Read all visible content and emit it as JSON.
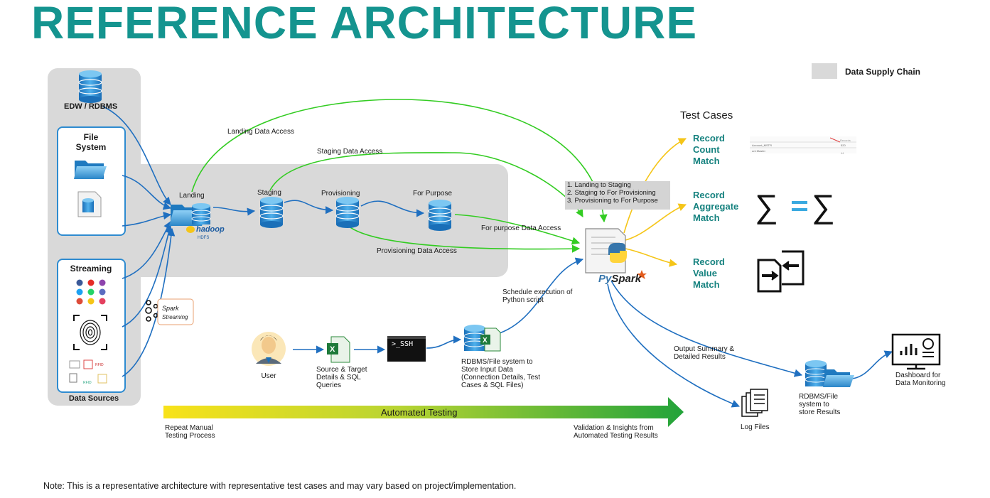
{
  "title": "REFERENCE ARCHITECTURE",
  "legend": {
    "label": "Data Supply Chain",
    "color": "#d9d9d9"
  },
  "data_sources": {
    "edw_label": "EDW / RDBMS",
    "file_system_label_1": "File",
    "file_system_label_2": "System",
    "streaming_label": "Streaming",
    "footer_label": "Data Sources",
    "rfid_label": "RFID",
    "rfid_label_2": "RFID"
  },
  "kafka_badge": {
    "line1": "Spark",
    "line2": "Streaming"
  },
  "stages": {
    "landing": "Landing",
    "staging": "Staging",
    "provisioning": "Provisioning",
    "for_purpose": "For Purpose",
    "hadoop_logo": "hadoop",
    "hadoop_sub": "HDFS"
  },
  "flows": {
    "landing_access": "Landing Data Access",
    "staging_access": "Staging Data Access",
    "provisioning_access": "Provisioning Data Access",
    "for_purpose_access": "For purpose Data Access",
    "schedule_1": "Schedule execution of",
    "schedule_2": "Python script",
    "output_1": "Output Summary &",
    "output_2": "Detailed Results"
  },
  "stage_box": {
    "line1": "1. Landing to Staging",
    "line2": "2. Staging to For Provisioning",
    "line3": "3. Provisioning to For Purpose"
  },
  "pyspark": {
    "label_py": "Py",
    "label_spark": "Spark"
  },
  "test_cases": {
    "heading": "Test Cases",
    "tc1": [
      "Record",
      "Count",
      "Match"
    ],
    "tc2": [
      "Record",
      "Aggregate",
      "Match"
    ],
    "tc3": [
      "Record",
      "Value",
      "Match"
    ],
    "table_row1": "Account_MSTR",
    "table_row2": "unt Master",
    "table_val1": "520",
    "table_val2": "44",
    "table_hdr": "Records"
  },
  "bottom_flow": {
    "user": "User",
    "source_1": "Source & Target",
    "source_2": "Details & SQL",
    "source_3": "Queries",
    "ssh": ">_SSH",
    "rdbms_1": "RDBMS/File system to",
    "rdbms_2": "Store Input Data",
    "rdbms_3": "(Connection Details, Test",
    "rdbms_4": "Cases & SQL Files)",
    "log_files": "Log Files",
    "results_1": "RDBMS/File",
    "results_2": "system to",
    "results_3": "store Results",
    "dashboard_1": "Dashboard for",
    "dashboard_2": "Data Monitoring"
  },
  "automation_bar": {
    "label": "Automated Testing",
    "left_1": "Repeat Manual",
    "left_2": "Testing Process",
    "right_1": "Validation & Insights from",
    "right_2": "Automated Testing Results"
  },
  "note": "Note: This is a representative architecture with representative test cases and may vary based on project/implementation.",
  "colors": {
    "title_teal": "#14948f",
    "blue_arrow": "#1f6fc0",
    "green_arrow": "#33cc22",
    "yellow_arrow": "#f5c518",
    "db_blue": "#2f8fd6"
  }
}
